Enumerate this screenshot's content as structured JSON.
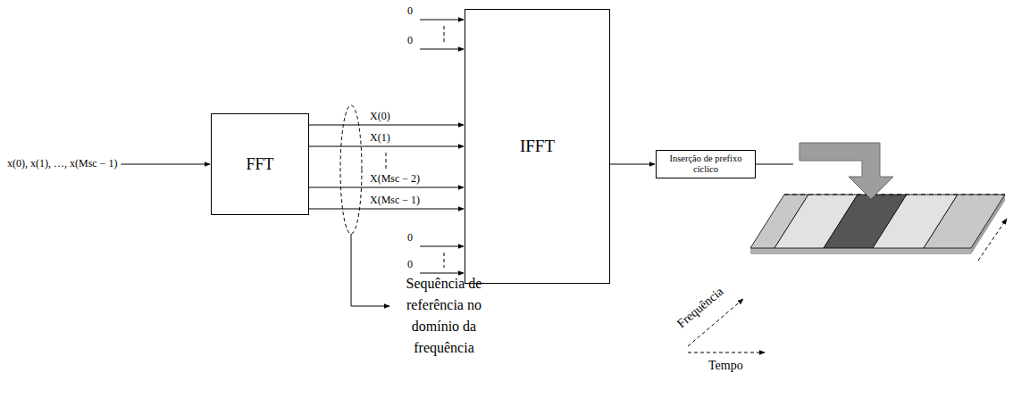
{
  "diagram": {
    "nodes": [
      {
        "text": [
          "FFT"
        ]
      },
      {
        "text": [
          "IFFT"
        ]
      },
      {
        "text": [
          "Inserção de prefixo cíclico"
        ]
      }
    ],
    "edges": [
      {
        "from": 0,
        "to": 1,
        "arrow": "to",
        "label": "X(0)"
      },
      {
        "from": 0,
        "to": 1,
        "arrow": "to",
        "label": "X(1)"
      },
      {
        "from": 0,
        "to": 1,
        "arrow": "to",
        "label": "X(Msc − 2)"
      },
      {
        "from": 0,
        "to": 1,
        "arrow": "to",
        "label": "X(Msc − 1)"
      },
      {
        "from": 1,
        "to": 2,
        "arrow": "to"
      }
    ],
    "labels": [
      "x(0), x(1), …, x(Msc − 1)",
      "0",
      "0",
      "0",
      "0",
      "Sequência de referência no domínio da frequência",
      "Frequência",
      "Tempo"
    ]
  }
}
